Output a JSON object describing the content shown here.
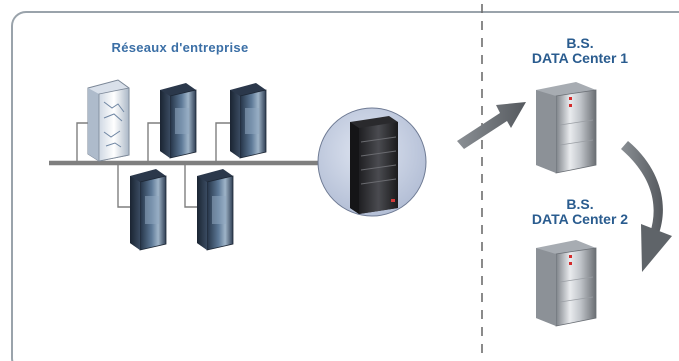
{
  "enterprise": {
    "title": "Réseaux d'entreprise"
  },
  "datacenters": [
    {
      "line1": "B.S.",
      "line2": "DATA Center 1"
    },
    {
      "line1": "B.S.",
      "line2": "DATA Center 2"
    }
  ],
  "colors": {
    "frame": "#9aa3ab",
    "divider": "#6e6e6e",
    "bus": "#7f7f7f",
    "arrow": "#6a6f74",
    "label": "#2a5c8f",
    "hub_circle": "#c6cfe3"
  }
}
